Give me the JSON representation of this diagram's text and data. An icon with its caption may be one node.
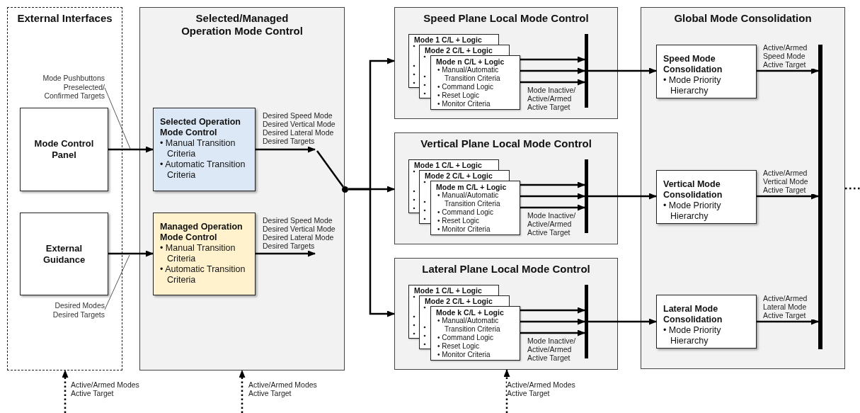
{
  "diagram": {
    "nodes": [
      {
        "text": [
          "External Interfaces"
        ]
      },
      {
        "text": [
          "Mode Control Panel"
        ],
        "in": 0
      },
      {
        "text": [
          "Mode Pushbuttons Preselected/ Confirmed Targets"
        ],
        "in": 0
      },
      {
        "text": [
          "External Guidance"
        ],
        "in": 0
      },
      {
        "text": [
          "Desired Modes Desired Targets"
        ],
        "in": 0
      },
      {
        "text": [
          "Selected/Managed Operation Mode Control"
        ]
      },
      {
        "text": [
          "Selected Operation Mode Control",
          "• Manual Transition Criteria",
          "• Automatic Transition Criteria"
        ],
        "in": 5
      },
      {
        "text": [
          "Managed Operation Mode Control",
          "• Manual Transition Criteria",
          "• Automatic Transition Criteria"
        ],
        "in": 5
      },
      {
        "text": [],
        "shape": "circle"
      },
      {
        "text": [
          "Speed Plane Local Mode Control"
        ]
      },
      {
        "text": [
          "Mode 1 C/L + Logic"
        ],
        "in": 9
      },
      {
        "text": [
          "Mode 2 C/L + Logic"
        ],
        "in": 9
      },
      {
        "text": [
          "Mode n C/L + Logic",
          "• Manual/Automatic Transition Criteria",
          "• Command Logic",
          "• Reset Logic",
          "• Monitor Criteria"
        ],
        "in": 9
      },
      {
        "text": [],
        "shape": "bar",
        "in": 9
      },
      {
        "text": [
          "Vertical Plane Local Mode Control"
        ]
      },
      {
        "text": [
          "Mode 1 C/L + Logic"
        ],
        "in": 14
      },
      {
        "text": [
          "Mode 2 C/L + Logic"
        ],
        "in": 14
      },
      {
        "text": [
          "Mode m C/L + Logic",
          "• Manual/Automatic Transition Criteria",
          "• Command Logic",
          "• Reset Logic",
          "• Monitor Criteria"
        ],
        "in": 14
      },
      {
        "text": [],
        "shape": "bar",
        "in": 14
      },
      {
        "text": [
          "Lateral Plane Local Mode Control"
        ]
      },
      {
        "text": [
          "Mode 1 C/L + Logic"
        ],
        "in": 19
      },
      {
        "text": [
          "Mode 2 C/L + Logic"
        ],
        "in": 19
      },
      {
        "text": [
          "Mode k C/L + Logic",
          "• Manual/Automatic Transition Criteria",
          "• Command Logic",
          "• Reset Logic",
          "• Monitor Criteria"
        ],
        "in": 19
      },
      {
        "text": [],
        "shape": "bar",
        "in": 19
      },
      {
        "text": [
          "Global Mode Consolidation"
        ]
      },
      {
        "text": [
          "Speed Mode Consolidation",
          "• Mode Priority Hierarchy"
        ],
        "in": 24
      },
      {
        "text": [
          "Vertical Mode Consolidation",
          "• Mode Priority Hierarchy"
        ],
        "in": 24
      },
      {
        "text": [
          "Lateral Mode Consolidation",
          "• Mode Priority Hierarchy"
        ],
        "in": 24
      },
      {
        "text": [],
        "shape": "bar",
        "in": 24
      }
    ],
    "edges": [
      {
        "from": 1,
        "to": 6,
        "arrow": "to"
      },
      {
        "from": 3,
        "to": 7,
        "arrow": "to"
      },
      {
        "from": 2,
        "to": null,
        "arrow": "none"
      },
      {
        "from": 4,
        "to": null,
        "arrow": "none"
      },
      {
        "from": 6,
        "to": null,
        "arrow": "to",
        "label": "Desired Speed Mode Desired Vertical Mode Desired Lateral Mode Desired Targets"
      },
      {
        "from": 7,
        "to": null,
        "arrow": "to",
        "label": "Desired Speed Mode Desired Vertical Mode Desired Lateral Mode Desired Targets"
      },
      {
        "from": null,
        "to": 8,
        "arrow": "none"
      },
      {
        "from": 8,
        "to": 9,
        "arrow": "to"
      },
      {
        "from": 8,
        "to": 14,
        "arrow": "to"
      },
      {
        "from": 8,
        "to": 19,
        "arrow": "to"
      },
      {
        "from": 12,
        "to": 13,
        "arrow": "to"
      },
      {
        "from": 12,
        "to": 13,
        "arrow": "to"
      },
      {
        "from": 12,
        "to": 13,
        "arrow": "to"
      },
      {
        "from": 17,
        "to": 18,
        "arrow": "to"
      },
      {
        "from": 17,
        "to": 18,
        "arrow": "to"
      },
      {
        "from": 17,
        "to": 18,
        "arrow": "to"
      },
      {
        "from": 22,
        "to": 23,
        "arrow": "to"
      },
      {
        "from": 22,
        "to": 23,
        "arrow": "to"
      },
      {
        "from": 22,
        "to": 23,
        "arrow": "to"
      },
      {
        "from": 13,
        "to": 25,
        "arrow": "to"
      },
      {
        "from": 18,
        "to": 26,
        "arrow": "to"
      },
      {
        "from": 23,
        "to": 27,
        "arrow": "to"
      },
      {
        "from": 25,
        "to": 28,
        "arrow": "to",
        "label": "Active/Armed Speed Mode Active Target"
      },
      {
        "from": 26,
        "to": 28,
        "arrow": "to",
        "label": "Active/Armed Vertical Mode Active Target"
      },
      {
        "from": 27,
        "to": 28,
        "arrow": "to",
        "label": "Active/Armed Lateral Mode Active Target"
      },
      {
        "from": 24,
        "to": null,
        "arrow": "none",
        "style": "dashed"
      },
      {
        "from": null,
        "to": 0,
        "arrow": "to",
        "style": "dashed",
        "label": "Active/Armed Modes Active Target"
      },
      {
        "from": null,
        "to": 5,
        "arrow": "to",
        "style": "dashed",
        "label": "Active/Armed Modes Active Target"
      },
      {
        "from": null,
        "to": 19,
        "arrow": "to",
        "style": "dashed",
        "label": "Active/Armed Modes Active Target"
      }
    ],
    "labels": [
      "Mode Inactive/ Active/Armed Active Target",
      "Mode Inactive/ Active/Armed Active Target",
      "Mode Inactive/ Active/Armed Active Target"
    ]
  }
}
